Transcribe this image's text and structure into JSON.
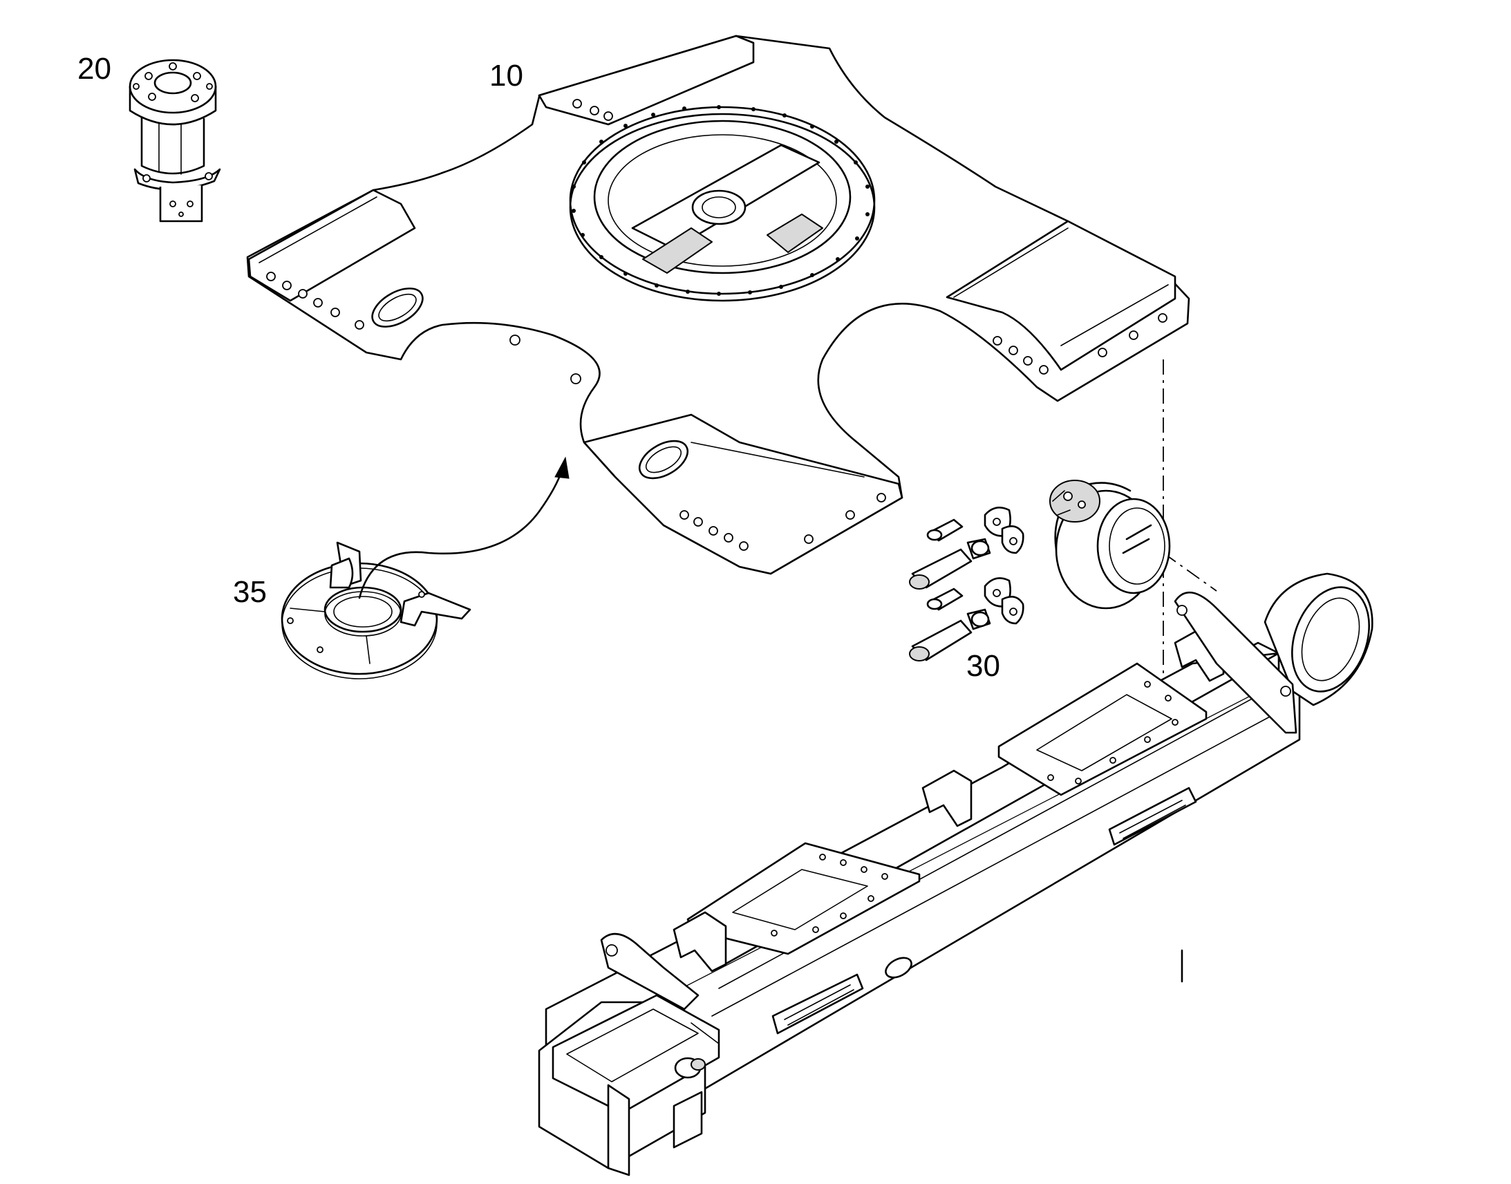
{
  "callouts": {
    "c10": "10",
    "c20": "20",
    "c30": "30",
    "c35": "35"
  },
  "colors": {
    "line": "#000000",
    "background": "#ffffff",
    "shade": "#d9d9d9"
  },
  "icons": {
    "arrow": "curved-arrow-icon"
  }
}
